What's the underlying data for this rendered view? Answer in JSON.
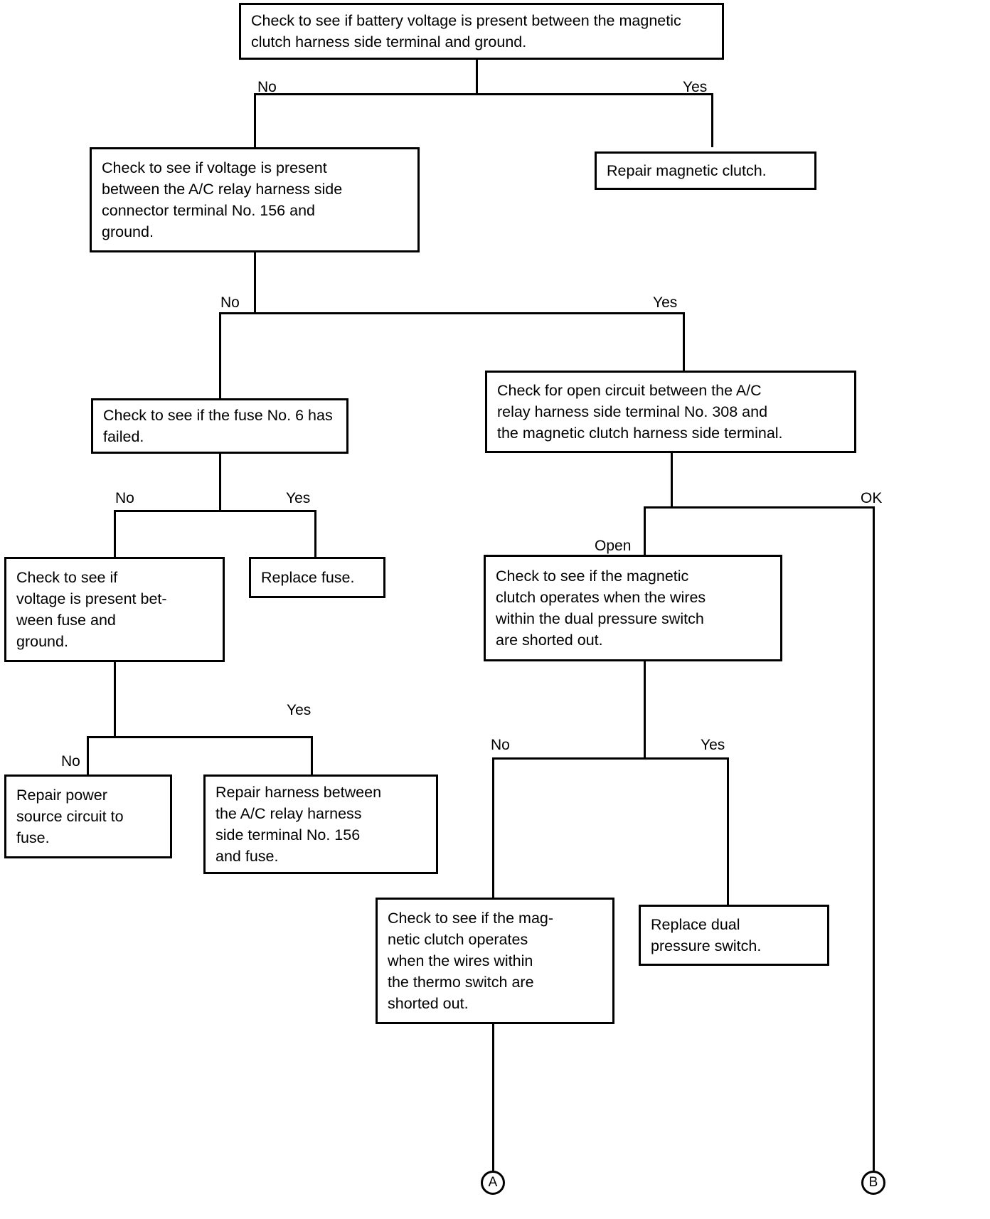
{
  "diagram": {
    "title": "Magnetic clutch / A-C relay troubleshooting flowchart",
    "line_color": "#000000",
    "background": "#ffffff"
  },
  "nodes": {
    "n1": {
      "lines": [
        "Check to see if battery voltage is present between the",
        "magnetic clutch harness side terminal and ground."
      ]
    },
    "n2": {
      "lines": [
        "Check to see if voltage is present",
        "between the A/C relay harness side",
        "connector terminal No. 156 and",
        "ground."
      ]
    },
    "n3": {
      "lines": [
        "Repair magnetic clutch."
      ]
    },
    "n4": {
      "lines": [
        "Check to see if the fuse No.",
        " 6  has failed."
      ]
    },
    "n5": {
      "lines": [
        "Check for open circuit between the A/C",
        "relay harness side terminal No. 308 and",
        "the magnetic clutch harness side terminal."
      ]
    },
    "n6": {
      "lines": [
        "Check to see if",
        "voltage is present bet-",
        "ween fuse and",
        "ground."
      ]
    },
    "n7": {
      "lines": [
        "Replace fuse."
      ]
    },
    "n8": {
      "lines": [
        "Check to see if the magnetic",
        "clutch operates when the wires",
        "within the dual pressure switch",
        "are shorted out."
      ]
    },
    "n9": {
      "lines": [
        "Repair power",
        "source circuit to",
        "fuse."
      ]
    },
    "n10": {
      "lines": [
        "Repair harness between",
        "the A/C relay harness",
        "side terminal No. 156",
        "and fuse."
      ]
    },
    "n11": {
      "lines": [
        "Check to see if the mag-",
        "netic clutch operates",
        "when the wires within",
        "the thermo switch are",
        "shorted out."
      ]
    },
    "n12": {
      "lines": [
        "Replace dual",
        "pressure switch."
      ]
    }
  },
  "labels": {
    "l1_no": "No",
    "l1_yes": "Yes",
    "l2_no": "No",
    "l2_yes": "Yes",
    "l3_no": "No",
    "l3_yes": "Yes",
    "l4_ok": "OK",
    "l4_open": "Open",
    "l5_no": "No",
    "l5_yes": "Yes",
    "l6_no": "No",
    "l6_yes": "Yes"
  },
  "connectors": {
    "a": "A",
    "b": "B"
  }
}
